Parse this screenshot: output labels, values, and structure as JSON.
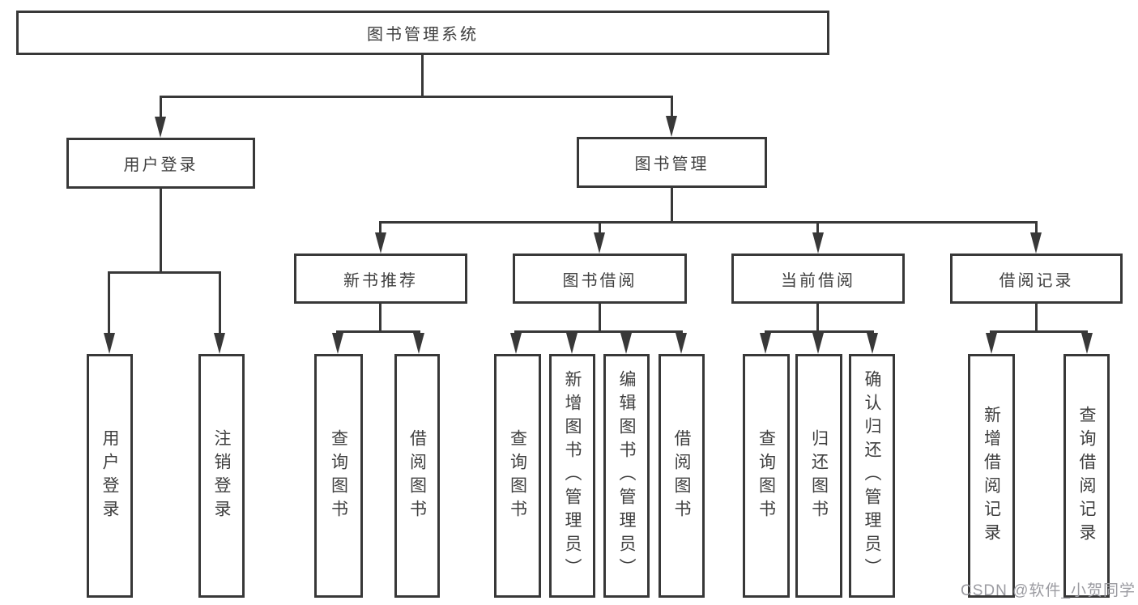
{
  "diagram_title": "图书管理系统",
  "tree": {
    "label": "图书管理系统",
    "children": [
      {
        "label": "用户登录",
        "children": [
          {
            "label": "用户登录"
          },
          {
            "label": "注销登录"
          }
        ]
      },
      {
        "label": "图书管理",
        "children": [
          {
            "label": "新书推荐",
            "children": [
              {
                "label": "查询图书"
              },
              {
                "label": "借阅图书"
              }
            ]
          },
          {
            "label": "图书借阅",
            "children": [
              {
                "label": "查询图书"
              },
              {
                "label": "新增图书（管理员）"
              },
              {
                "label": "编辑图书（管理员）"
              },
              {
                "label": "借阅图书"
              }
            ]
          },
          {
            "label": "当前借阅",
            "children": [
              {
                "label": "查询图书"
              },
              {
                "label": "归还图书"
              },
              {
                "label": "确认归还（管理员）"
              }
            ]
          },
          {
            "label": "借阅记录",
            "children": [
              {
                "label": "新增借阅记录"
              },
              {
                "label": "查询借阅记录"
              }
            ]
          }
        ]
      }
    ]
  },
  "watermark": "CSDN @软件_小贺同学",
  "colors": {
    "line": "#383838",
    "box_border": "#383838",
    "box_fill": "#ffffff",
    "text": "#3f3f3f",
    "watermark": "#9b9ba1",
    "background": "#ffffff"
  }
}
